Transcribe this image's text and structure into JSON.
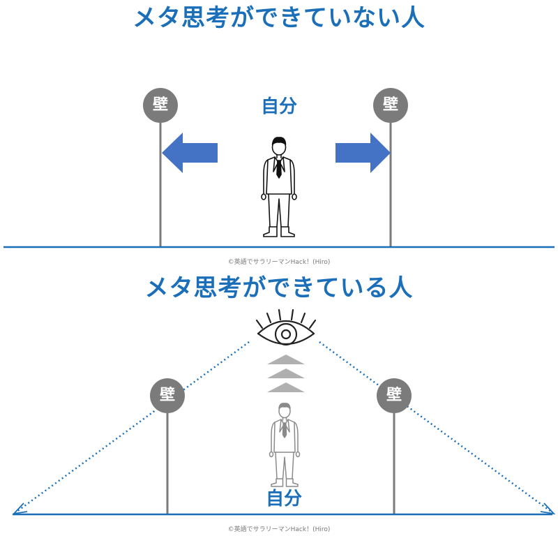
{
  "top_panel": {
    "title": "メタ思考ができていない人",
    "self_label": "自分",
    "wall_left": "壁",
    "wall_right": "壁",
    "credit": "©英語でサラリーマンHack！(Hiro)"
  },
  "bottom_panel": {
    "title": "メタ思考ができている人",
    "self_label": "自分",
    "wall_left": "壁",
    "wall_right": "壁",
    "credit": "©英語でサラリーマンHack！(Hiro)"
  },
  "colors": {
    "title_blue": "#1a6fb8",
    "arrow_blue": "#4472c4",
    "wall_gray": "#7b7b7b",
    "line_blue": "#1a6fb8"
  },
  "icons": {
    "person": "businessman-icon",
    "eye": "eye-icon",
    "arrows_up": "chevron-up-stack-icon"
  }
}
